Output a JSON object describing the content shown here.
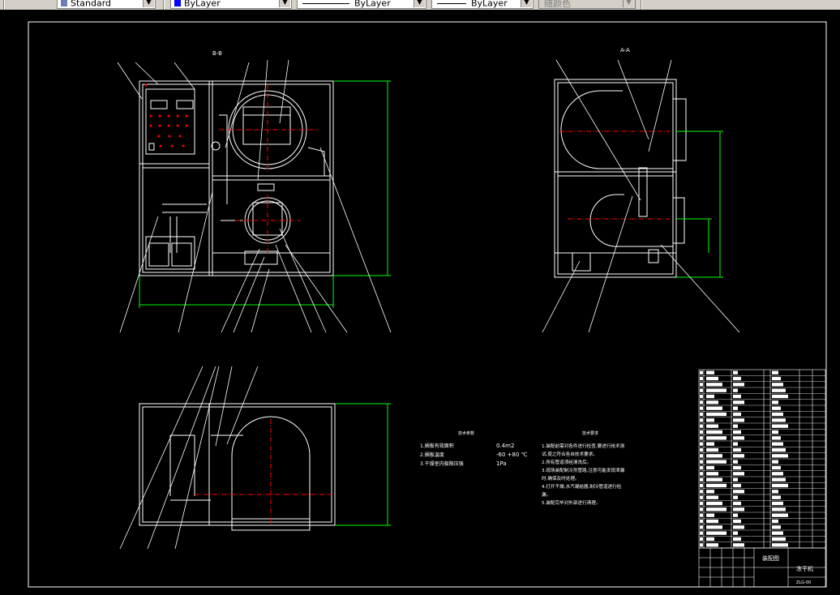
{
  "toolbar": {
    "text_style": "Standard",
    "color": "ByLayer",
    "linetype": "ByLayer",
    "lineweight": "ByLayer",
    "plot_style": "随颜色"
  },
  "drawing": {
    "section_bb_label": "B-B",
    "section_aa_label": "A-A",
    "tech_params": {
      "title": "技术参数",
      "items": [
        {
          "name": "1.搁板有效面积",
          "value": "0.4m2"
        },
        {
          "name": "2.搁板温度",
          "value": "-60  +80 ℃"
        },
        {
          "name": "3.干燥室内极限压强",
          "value": "1Pa"
        }
      ]
    },
    "tech_requirements": {
      "title": "技术要求",
      "lines": [
        "1.装配前需对各件进行检查,要进行技术测",
        "试,使之符合各自技术要求。",
        "2.所有管道须经清洗后。",
        "3.现场装配制冷剂管路,注意可能发现泄漏",
        "时,确保及时处理。",
        "4.打开干燥,水汽凝结器,制冷管道进行检",
        "漏。",
        "5.装配完毕对外部进行清理。"
      ]
    },
    "title_block": {
      "drawing_name": "装配图",
      "product_name": "冻干机",
      "drawing_number": "ZLG-00"
    }
  },
  "colors": {
    "background": "#000000",
    "outline": "#ffffff",
    "dimension": "#00ff00",
    "centerline": "#ff0000",
    "leader": "#ffffff"
  }
}
